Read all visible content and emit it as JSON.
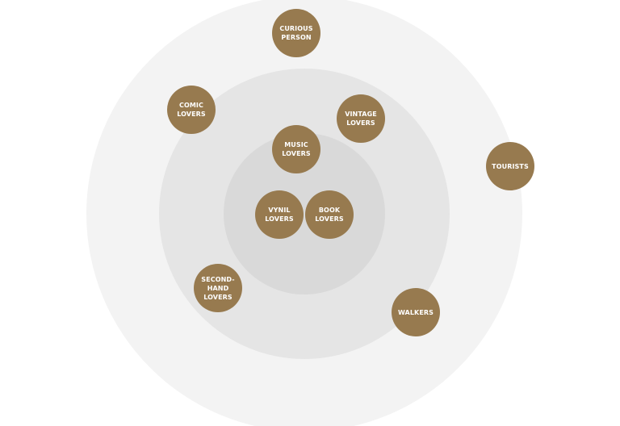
{
  "colors": {
    "node_fill": "#977a4f",
    "outer_ring": "#f3f3f3",
    "middle_ring": "#e5e5e5",
    "inner_ring": "#d9d9d9"
  },
  "nodes": [
    {
      "id": "curious-person",
      "label": "CURIOUS\nPERSON",
      "ring": "outer"
    },
    {
      "id": "comic-lovers",
      "label": "COMIC\nLOVERS",
      "ring": "middle"
    },
    {
      "id": "vintage-lovers",
      "label": "VINTAGE\nLOVERS",
      "ring": "middle"
    },
    {
      "id": "music-lovers",
      "label": "MUSIC\nLOVERS",
      "ring": "inner"
    },
    {
      "id": "tourists",
      "label": "TOURISTS",
      "ring": "outside"
    },
    {
      "id": "vynil-lovers",
      "label": "VYNIL\nLOVERS",
      "ring": "inner"
    },
    {
      "id": "book-lovers",
      "label": "BOOK\nLOVERS",
      "ring": "inner"
    },
    {
      "id": "second-hand-lovers",
      "label": "SECOND-\nHAND\nLOVERS",
      "ring": "outer"
    },
    {
      "id": "walkers",
      "label": "WALKERS",
      "ring": "outer"
    }
  ]
}
